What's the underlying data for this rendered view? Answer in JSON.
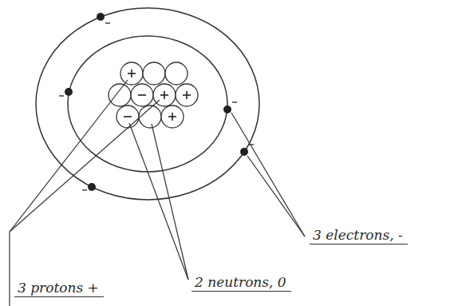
{
  "diagram": {
    "labels": [
      "3 protons +",
      "2 neutrons, 0",
      "3 electrons, -"
    ]
  }
}
